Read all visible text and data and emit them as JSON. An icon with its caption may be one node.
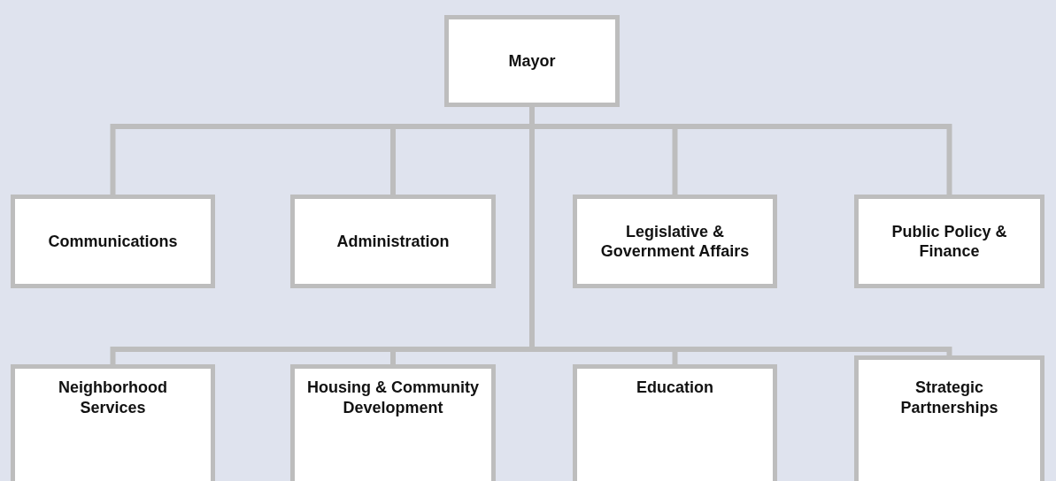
{
  "diagram": {
    "nodes": [
      {
        "text": [
          "Mayor"
        ]
      },
      {
        "text": [
          "Communications"
        ]
      },
      {
        "text": [
          "Administration"
        ]
      },
      {
        "text": [
          "Legislative & Government Affairs"
        ]
      },
      {
        "text": [
          "Public Policy & Finance"
        ]
      },
      {
        "text": [
          "Neighborhood Services"
        ]
      },
      {
        "text": [
          "Housing & Community Development"
        ]
      },
      {
        "text": [
          "Education"
        ]
      },
      {
        "text": [
          "Strategic Partnerships"
        ]
      }
    ],
    "edges": [
      {
        "from": 0,
        "to": 1,
        "arrow": "none"
      },
      {
        "from": 0,
        "to": 2,
        "arrow": "none"
      },
      {
        "from": 0,
        "to": 3,
        "arrow": "none"
      },
      {
        "from": 0,
        "to": 4,
        "arrow": "none"
      },
      {
        "from": 0,
        "to": 5,
        "arrow": "none"
      },
      {
        "from": 0,
        "to": 6,
        "arrow": "none"
      },
      {
        "from": 0,
        "to": 7,
        "arrow": "none"
      },
      {
        "from": 0,
        "to": 8,
        "arrow": "none"
      }
    ]
  }
}
